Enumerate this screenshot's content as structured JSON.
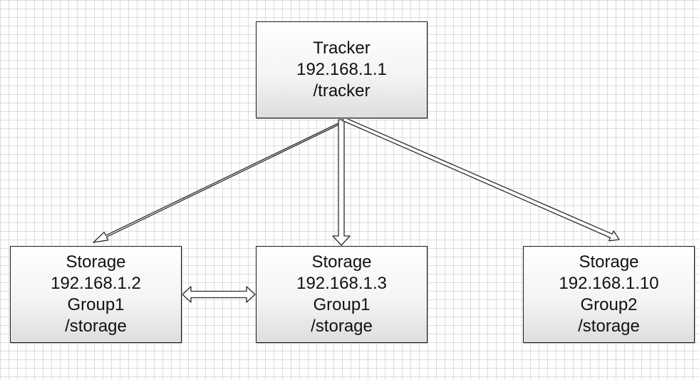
{
  "tracker": {
    "role": "Tracker",
    "ip": "192.168.1.1",
    "path": "/tracker"
  },
  "storages": [
    {
      "role": "Storage",
      "ip": "192.168.1.2",
      "group": "Group1",
      "path": "/storage"
    },
    {
      "role": "Storage",
      "ip": "192.168.1.3",
      "group": "Group1",
      "path": "/storage"
    },
    {
      "role": "Storage",
      "ip": "192.168.1.10",
      "group": "Group2",
      "path": "/storage"
    }
  ],
  "connections": [
    {
      "from": "tracker",
      "to": "storage-1",
      "style": "hollow-arrow"
    },
    {
      "from": "tracker",
      "to": "storage-2",
      "style": "hollow-arrow"
    },
    {
      "from": "tracker",
      "to": "storage-3",
      "style": "hollow-arrow"
    },
    {
      "from": "storage-1",
      "to": "storage-2",
      "style": "hollow-double-arrow"
    }
  ]
}
